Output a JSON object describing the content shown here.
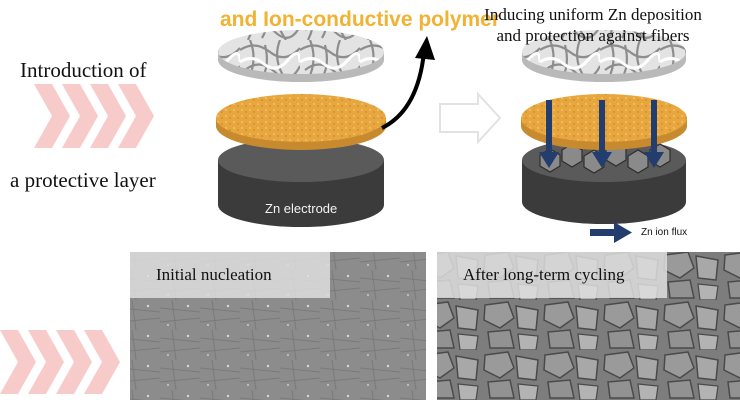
{
  "top_title_line2": "and Ion-conductive polymer",
  "intro": {
    "line1": "Introduction of",
    "line2": "a protective layer"
  },
  "right_title": {
    "line1": "Inducing uniform Zn deposition",
    "line2": "and protection against fibers"
  },
  "zn_electrode_label": "Zn electrode",
  "zn_ion_flux_label": "Zn ion flux",
  "sem_panels": [
    {
      "caption": "Initial nucleation"
    },
    {
      "caption": "After long-term cycling"
    }
  ],
  "colors": {
    "polymer_orange": "#e9a945",
    "title_orange": "#f2b233",
    "chevron_pink": "#f6c2c0",
    "arrow_navy": "#223d6e",
    "electrode_dark": "#3d3d3d",
    "sem_gray": "#8a8a8a"
  }
}
